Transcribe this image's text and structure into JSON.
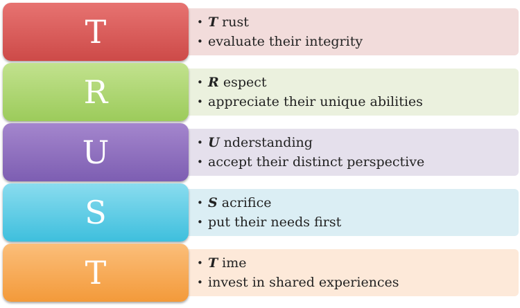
{
  "rows": [
    {
      "letter": "T",
      "key": "T",
      "word_rest": " rust",
      "description": "evaluate their integrity",
      "colors": {
        "tile_top": "#e77371",
        "tile_bottom": "#cd4a48",
        "panel": "#f2dcdb"
      }
    },
    {
      "letter": "R",
      "key": "R",
      "word_rest": " espect",
      "description": "appreciate their unique abilities",
      "colors": {
        "tile_top": "#c2e28e",
        "tile_bottom": "#9ccb5b",
        "panel": "#ebf1de"
      }
    },
    {
      "letter": "U",
      "key": "U",
      "word_rest": " nderstanding",
      "description": "accept their distinct perspective",
      "colors": {
        "tile_top": "#a486cd",
        "tile_bottom": "#7d5eb2",
        "panel": "#e5e0ec"
      }
    },
    {
      "letter": "S",
      "key": "S",
      "word_rest": " acrifice",
      "description": "put their needs first",
      "colors": {
        "tile_top": "#8adcef",
        "tile_bottom": "#3ebfdd",
        "panel": "#dbeef4"
      }
    },
    {
      "letter": "T",
      "key": "T",
      "word_rest": " ime",
      "description": "invest in shared experiences",
      "colors": {
        "tile_top": "#fbbe7a",
        "tile_bottom": "#f39a3a",
        "panel": "#fde9d9"
      }
    }
  ],
  "bullet_symbol": "•"
}
